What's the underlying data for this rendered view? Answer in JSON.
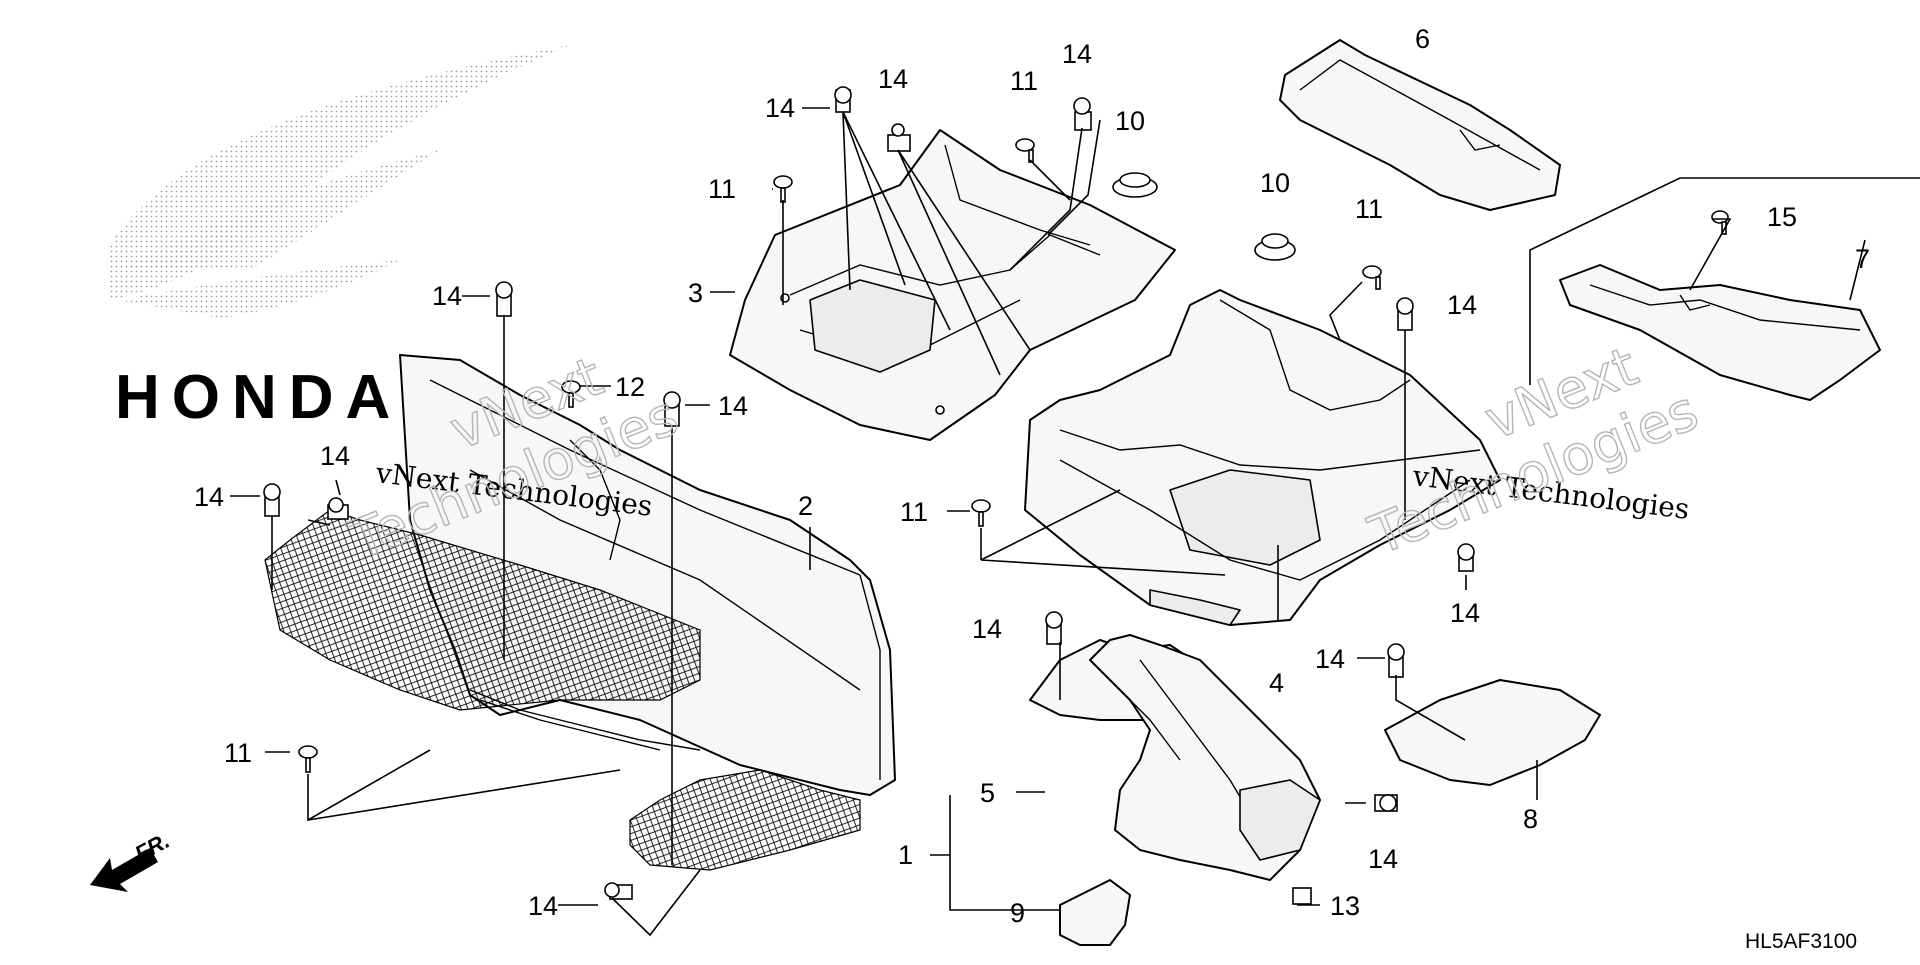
{
  "diagram_code": "HL5AF3100",
  "front_marker": "FR.",
  "watermarks": [
    "vNext Technologies",
    "vNext",
    "Technologies",
    "vNext Technologies",
    "vNext",
    "Technologies"
  ],
  "logo_text": "HONDA",
  "callouts": {
    "c14a": "14",
    "c14b": "14",
    "c11a": "11",
    "c14c": "14",
    "c10a": "10",
    "c6": "6",
    "c11b": "11",
    "c3": "3",
    "c10b": "10",
    "c11c": "11",
    "c15": "15",
    "c7": "7",
    "c14d": "14",
    "c12": "12",
    "c14e": "14",
    "c14f": "14",
    "c14g": "14",
    "c14h": "14",
    "c2": "2",
    "c11d": "11",
    "c14i": "14",
    "c14j": "14",
    "c4": "4",
    "c14k": "14",
    "c11e": "11",
    "c5": "5",
    "c1": "1",
    "c8": "8",
    "c14l": "14",
    "c14m": "14",
    "c9": "9",
    "c13": "13"
  }
}
